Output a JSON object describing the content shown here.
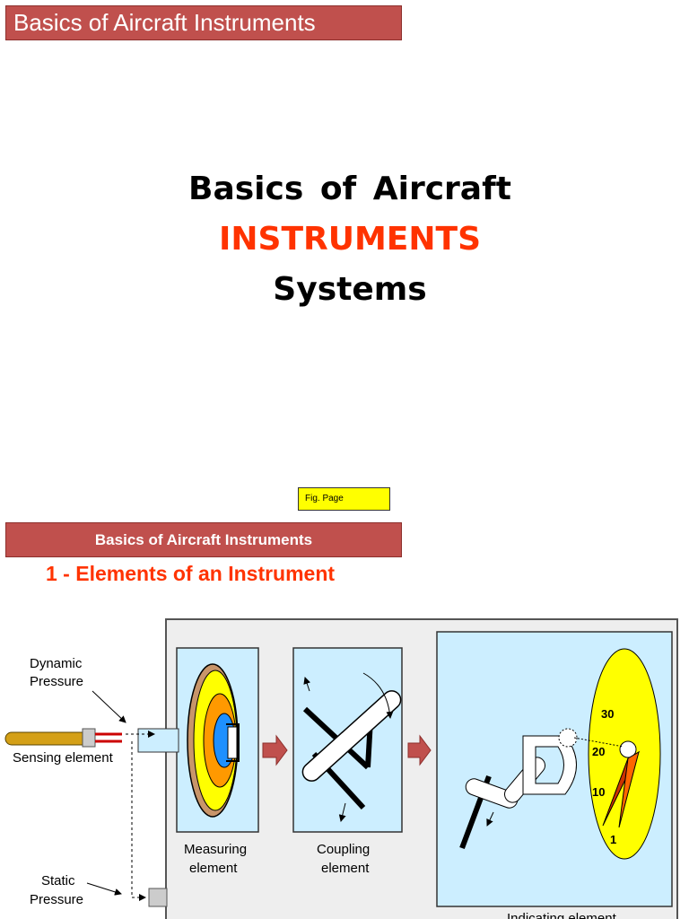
{
  "slide1": {
    "banner": "Basics of Aircraft Instruments",
    "title_line1": "Basics of Aircraft",
    "title_line2": "INSTRUMENTS",
    "title_line3": "Systems",
    "fig_page": "Fig. Page"
  },
  "slide2": {
    "banner": "Basics of Aircraft Instruments",
    "heading": "1 - Elements of an Instrument",
    "diagram": {
      "dynamic_pressure": [
        "Dynamic",
        "Pressure"
      ],
      "sensing_element": "Sensing element",
      "static_pressure": [
        "Static",
        "Pressure"
      ],
      "measuring_element": [
        "Measuring",
        "element"
      ],
      "coupling_element": [
        "Coupling",
        "element"
      ],
      "indicating_element": "Indicating element",
      "dial_numbers": [
        "30",
        "20",
        "10",
        "1"
      ]
    }
  },
  "colors": {
    "banner": "#c0504d",
    "accent_red": "#ff3300",
    "panel_blue": "#cceeff",
    "fig_yellow": "#ffff00",
    "dial_yellow": "#ffff00"
  }
}
